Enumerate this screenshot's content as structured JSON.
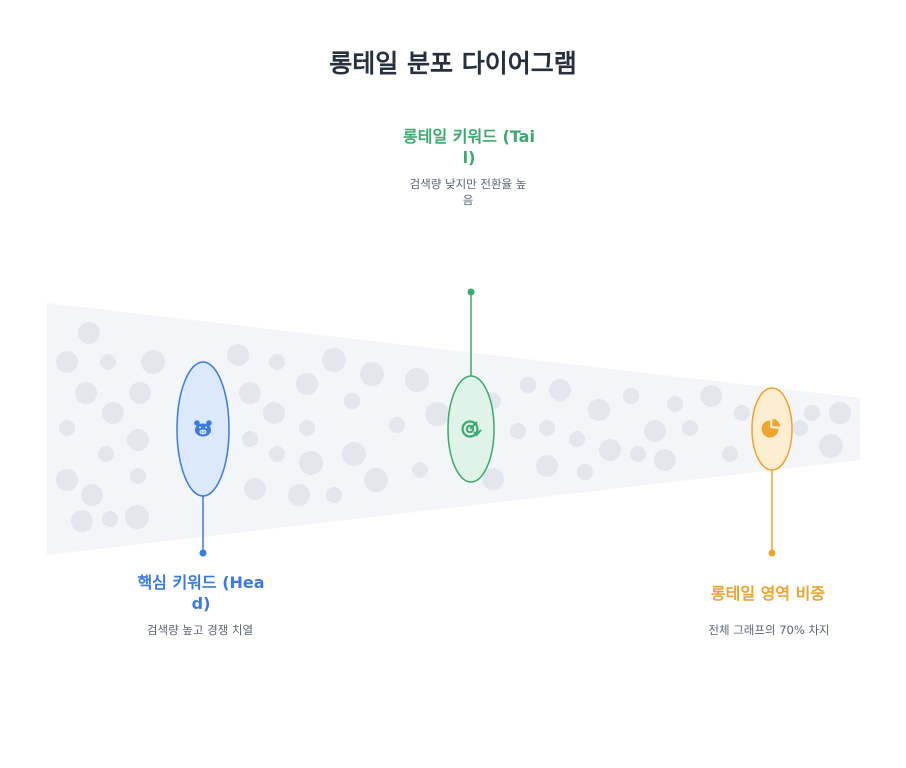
{
  "title": "롱테일 분포 다이어그램",
  "colors": {
    "blue": "#3a7be0",
    "green": "#3aaa6e",
    "orange": "#f0a430",
    "funnel": "#f3f5f8",
    "dot": "#e3e6ec"
  },
  "nodes": {
    "head": {
      "label": "핵심 키워드 (Head)",
      "description": "검색량 높고 경쟁 치열",
      "icon": "piggy-bank-icon"
    },
    "tail": {
      "label": "롱테일 키워드 (Tail)",
      "description": "검색량 낮지만 전환율 높음",
      "icon": "target-check-icon"
    },
    "share": {
      "label": "롱테일 영역 비중",
      "description": "전체 그래프의 70% 차지",
      "icon": "pie-chart-icon"
    }
  }
}
